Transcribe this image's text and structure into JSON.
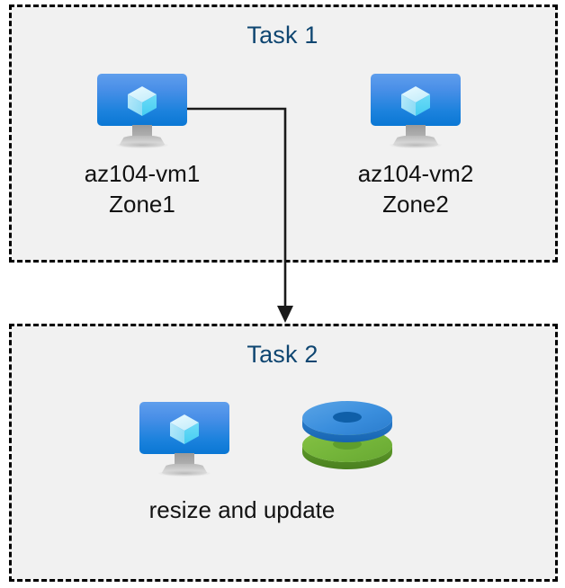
{
  "diagram": {
    "title_color": "#0f4671",
    "background": "#ffffff",
    "panel_fill": "#f1f1f1",
    "border_color": "#000000",
    "connector_color": "#1a1a1a",
    "tasks": [
      {
        "id": "task1",
        "title": "Task 1",
        "nodes": [
          {
            "id": "vm1",
            "icon": "virtual-machine-icon",
            "caption": "az104-vm1\nZone1",
            "name": "az104-vm1",
            "zone": "Zone1"
          },
          {
            "id": "vm2",
            "icon": "virtual-machine-icon",
            "caption": "az104-vm2\nZone2",
            "name": "az104-vm2",
            "zone": "Zone2"
          }
        ]
      },
      {
        "id": "task2",
        "title": "Task 2",
        "nodes": [
          {
            "id": "vm3",
            "icon": "virtual-machine-icon",
            "caption": "",
            "name": "virtual machine"
          },
          {
            "id": "disks",
            "icon": "disks-icon",
            "caption": "",
            "name": "disks"
          }
        ],
        "caption": "resize and update"
      }
    ],
    "connectors": [
      {
        "id": "vm1-to-task2",
        "from": "vm1",
        "to": "task2",
        "style": "orthogonal-arrow",
        "arrowhead": "filled-triangle"
      }
    ],
    "icon_colors": {
      "vm_screen_top": "#5f9eec",
      "vm_screen_bottom": "#0a77d4",
      "vm_cube_light": "#d8f3fd",
      "vm_cube_mid": "#9fe4f8",
      "vm_cube_dark": "#4fd2f5",
      "vm_stand": "#b4b4b4",
      "disk_blue_top": "#3d8fdd",
      "disk_blue_side": "#1a73c6",
      "disk_blue_hole": "#0f5fa8",
      "disk_green_top": "#74b53a",
      "disk_green_side": "#4f8c22",
      "disk_green_hole": "#5f9e2c"
    }
  }
}
